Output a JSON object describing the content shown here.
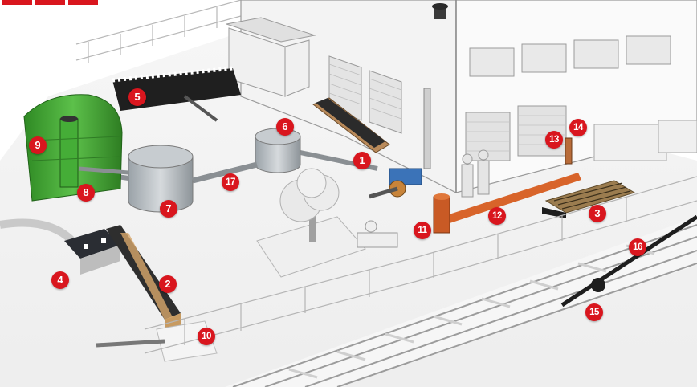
{
  "colors": {
    "marker": "#d9161e",
    "marker_text": "#ffffff",
    "green_structure": "#3a9a2e",
    "orange_item": "#d8642a",
    "dark_pipe": "#1e1e1e"
  },
  "markers": [
    "1",
    "2",
    "3",
    "4",
    "5",
    "6",
    "7",
    "8",
    "9",
    "10",
    "11",
    "12",
    "13",
    "14",
    "15",
    "16",
    "17"
  ]
}
